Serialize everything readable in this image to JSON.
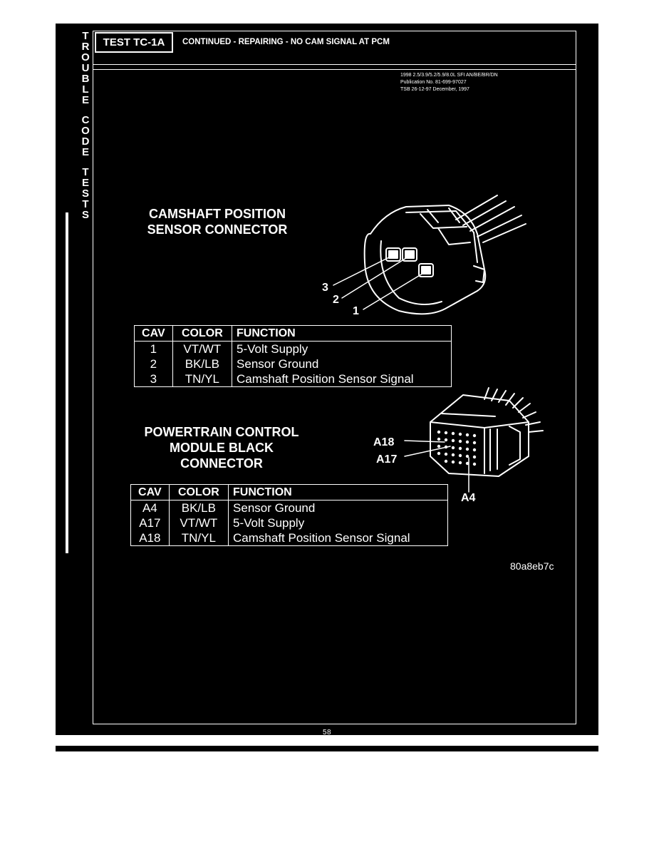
{
  "vertical_tab": {
    "words": [
      [
        "T",
        "R",
        "O",
        "U",
        "B",
        "L",
        "E"
      ],
      [
        "C",
        "O",
        "D",
        "E"
      ],
      [
        "T",
        "E",
        "S",
        "T",
        "S"
      ]
    ]
  },
  "header": {
    "test_id": "TEST TC-1A",
    "title": "CONTINUED - REPAIRING - NO CAM SIGNAL AT PCM"
  },
  "publication": {
    "line1": "1998 2.5/3.9/5.2/5.9/8.0L SFI   AN/BE/BR/DN",
    "line2": "Publication No. 81-699-97027",
    "line3": "TSB 26-12-97     December, 1997"
  },
  "camshaft_section": {
    "title_line1": "CAMSHAFT POSITION",
    "title_line2": "SENSOR CONNECTOR",
    "callouts": [
      "3",
      "2",
      "1"
    ],
    "table": {
      "headers": [
        "CAV",
        "COLOR",
        "FUNCTION"
      ],
      "rows": [
        [
          "1",
          "VT/WT",
          "5-Volt Supply"
        ],
        [
          "2",
          "BK/LB",
          "Sensor Ground"
        ],
        [
          "3",
          "TN/YL",
          "Camshaft Position Sensor Signal"
        ]
      ]
    }
  },
  "pcm_section": {
    "title_line1": "POWERTRAIN CONTROL",
    "title_line2": "MODULE BLACK",
    "title_line3": "CONNECTOR",
    "callouts": [
      "A18",
      "A17",
      "A4"
    ],
    "table": {
      "headers": [
        "CAV",
        "COLOR",
        "FUNCTION"
      ],
      "rows": [
        [
          "A4",
          "BK/LB",
          "Sensor Ground"
        ],
        [
          "A17",
          "VT/WT",
          "5-Volt Supply"
        ],
        [
          "A18",
          "TN/YL",
          "Camshaft Position Sensor Signal"
        ]
      ]
    }
  },
  "figure_id": "80a8eb7c",
  "page_number": "58"
}
